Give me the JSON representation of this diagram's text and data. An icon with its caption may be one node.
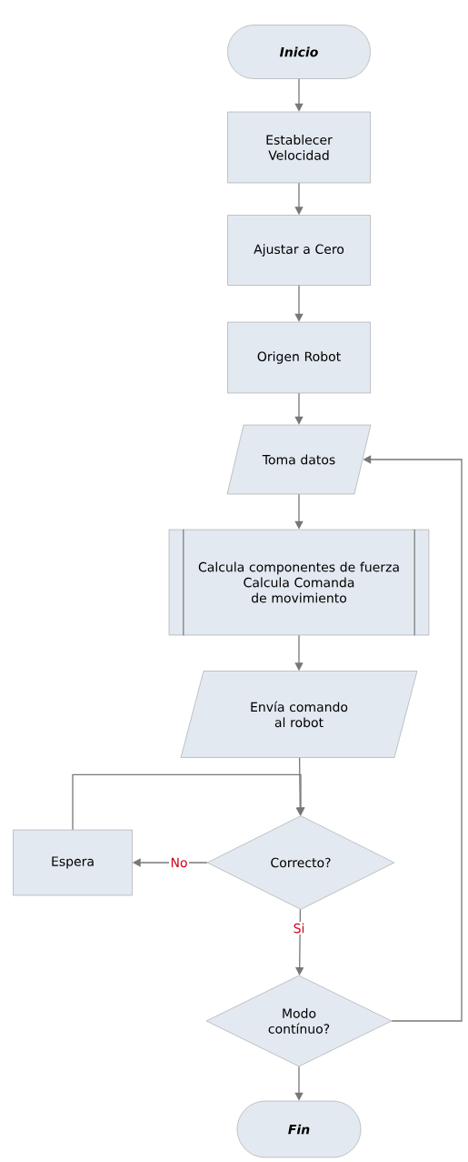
{
  "diagram": {
    "nodes": [
      {
        "text": [
          "Inicio"
        ]
      },
      {
        "text": [
          "Establecer Velocidad"
        ]
      },
      {
        "text": [
          "Ajustar a Cero"
        ]
      },
      {
        "text": [
          "Origen Robot"
        ]
      },
      {
        "text": [
          "Toma datos"
        ]
      },
      {
        "text": [
          "Calcula componentes de fuerza",
          "Calcula Comanda de movimiento"
        ]
      },
      {
        "text": [
          "Envía comando al robot"
        ]
      },
      {
        "text": [
          "Espera"
        ]
      },
      {
        "text": [
          "Correcto?"
        ]
      },
      {
        "text": [
          "Modo contínuo?"
        ]
      },
      {
        "text": [
          "Fin"
        ]
      }
    ],
    "edges": [
      {
        "from": 0,
        "to": 1,
        "arrow": "to"
      },
      {
        "from": 1,
        "to": 2,
        "arrow": "to"
      },
      {
        "from": 2,
        "to": 3,
        "arrow": "to"
      },
      {
        "from": 3,
        "to": 4,
        "arrow": "to"
      },
      {
        "from": 4,
        "to": 5,
        "arrow": "to"
      },
      {
        "from": 5,
        "to": 6,
        "arrow": "to"
      },
      {
        "from": 6,
        "to": 8,
        "arrow": "to"
      },
      {
        "from": 8,
        "to": 7,
        "arrow": "to",
        "label": "No"
      },
      {
        "from": 7,
        "to": 8,
        "arrow": "to"
      },
      {
        "from": 8,
        "to": 9,
        "arrow": "to",
        "label": "Si"
      },
      {
        "from": 9,
        "to": 10,
        "arrow": "to"
      },
      {
        "from": 9,
        "to": 4,
        "arrow": "to"
      }
    ]
  }
}
